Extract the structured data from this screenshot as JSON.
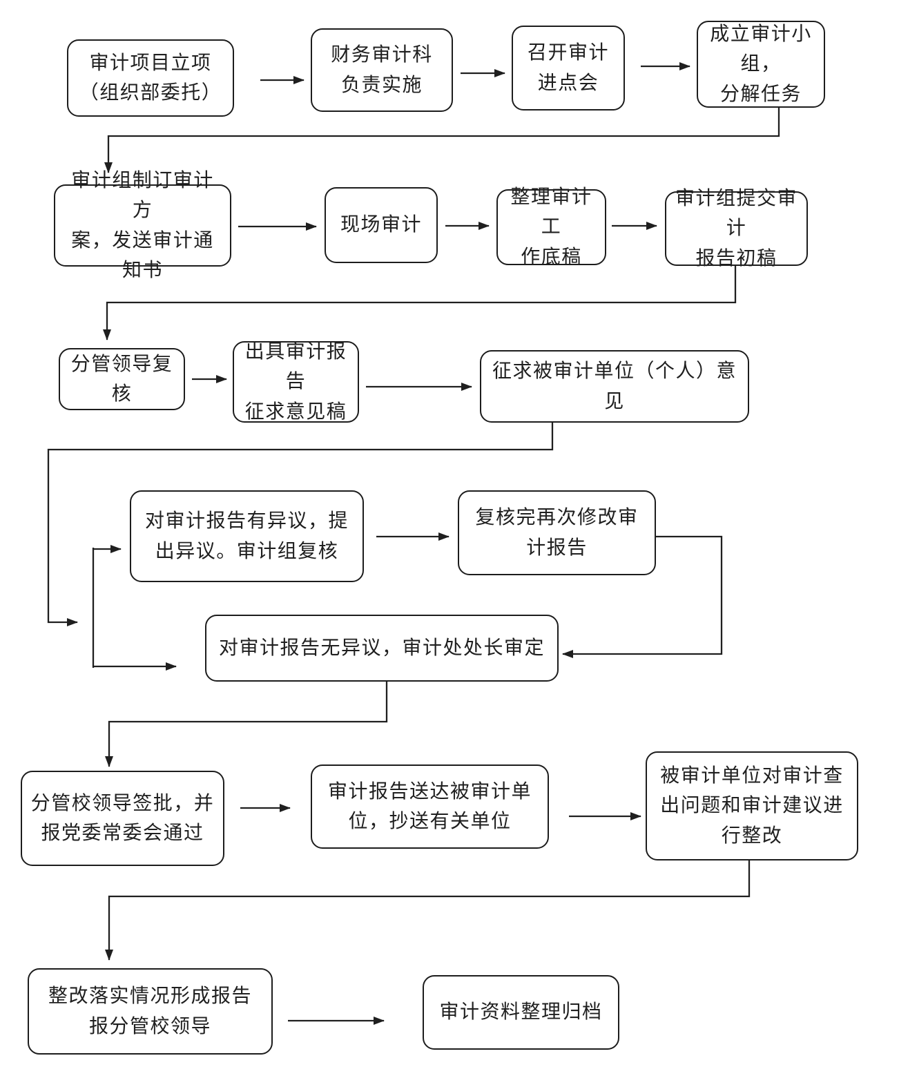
{
  "figure": {
    "type": "flowchart",
    "background_color": "#ffffff",
    "line_color": "#1f1f1f",
    "text_color": "#1f1f1f"
  },
  "nodes": [
    {
      "id": "project-initiation",
      "label": "审计项目立项\n（组织部委托）"
    },
    {
      "id": "finance-audit-section",
      "label": "财务审计科\n负责实施"
    },
    {
      "id": "entry-meeting",
      "label": "召开审计\n进点会"
    },
    {
      "id": "form-audit-team",
      "label": "成立审计小组，\n分解任务"
    },
    {
      "id": "audit-plan-notice",
      "label": "审计组制订审计方\n案，发送审计通知书"
    },
    {
      "id": "onsite-audit",
      "label": "现场审计"
    },
    {
      "id": "working-papers",
      "label": "整理审计工\n作底稿"
    },
    {
      "id": "draft-report",
      "label": "审计组提交审计\n报告初稿"
    },
    {
      "id": "leader-review",
      "label": "分管领导复核"
    },
    {
      "id": "comment-draft",
      "label": "出具审计报告\n征求意见稿"
    },
    {
      "id": "solicit-opinions",
      "label": "征求被审计单位（个人）意见"
    },
    {
      "id": "objection-review",
      "label": "对审计报告有异议，提\n出异议。审计组复核"
    },
    {
      "id": "revise-report",
      "label": "复核完再次修改审计报告"
    },
    {
      "id": "no-objection-finalize",
      "label": "对审计报告无异议，审计处处长审定"
    },
    {
      "id": "school-leader-approve",
      "label": "分管校领导签批，并\n报党委常委会通过"
    },
    {
      "id": "deliver-report",
      "label": "审计报告送达被审计单\n位，抄送有关单位"
    },
    {
      "id": "rectification",
      "label": "被审计单位对审计查\n出问题和审计建议进\n行整改"
    },
    {
      "id": "rectification-report",
      "label": "整改落实情况形成报告\n报分管校领导"
    },
    {
      "id": "archive",
      "label": "审计资料整理归档"
    }
  ],
  "edges": [
    {
      "from": "project-initiation",
      "to": "finance-audit-section"
    },
    {
      "from": "finance-audit-section",
      "to": "entry-meeting"
    },
    {
      "from": "entry-meeting",
      "to": "form-audit-team"
    },
    {
      "from": "form-audit-team",
      "to": "audit-plan-notice"
    },
    {
      "from": "audit-plan-notice",
      "to": "onsite-audit"
    },
    {
      "from": "onsite-audit",
      "to": "working-papers"
    },
    {
      "from": "working-papers",
      "to": "draft-report"
    },
    {
      "from": "draft-report",
      "to": "leader-review"
    },
    {
      "from": "leader-review",
      "to": "comment-draft"
    },
    {
      "from": "comment-draft",
      "to": "solicit-opinions"
    },
    {
      "from": "solicit-opinions",
      "to": "objection-review"
    },
    {
      "from": "solicit-opinions",
      "to": "no-objection-finalize"
    },
    {
      "from": "objection-review",
      "to": "revise-report"
    },
    {
      "from": "revise-report",
      "to": "no-objection-finalize"
    },
    {
      "from": "no-objection-finalize",
      "to": "school-leader-approve"
    },
    {
      "from": "school-leader-approve",
      "to": "deliver-report"
    },
    {
      "from": "deliver-report",
      "to": "rectification"
    },
    {
      "from": "rectification",
      "to": "rectification-report"
    },
    {
      "from": "rectification-report",
      "to": "archive"
    }
  ]
}
